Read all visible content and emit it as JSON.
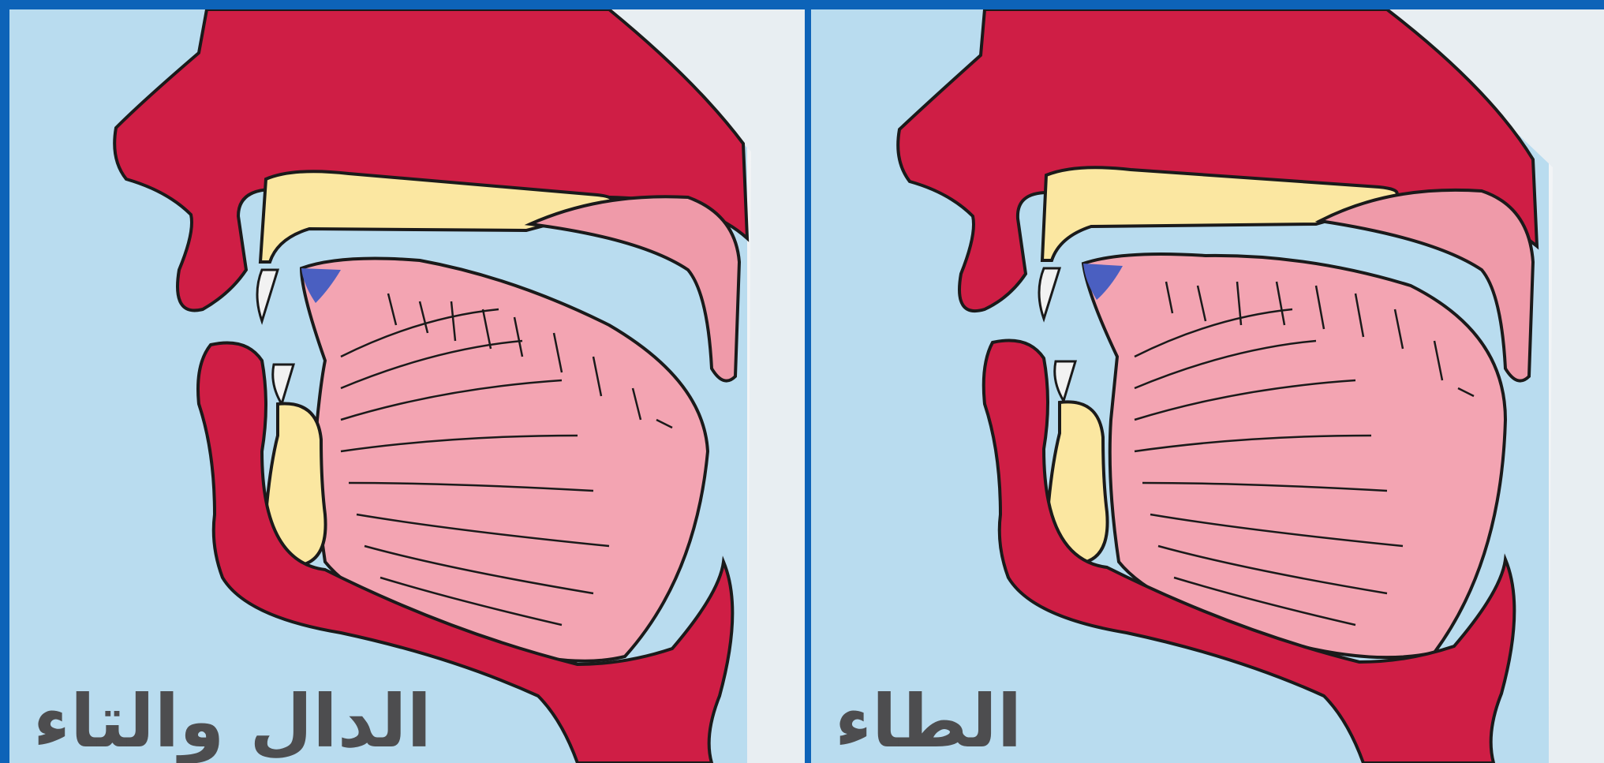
{
  "panels": [
    {
      "label": "الدال والتاء",
      "highlight": "tongue-tip-contact"
    },
    {
      "label": "الطاء",
      "highlight": "tongue-tip-contact"
    }
  ],
  "colors": {
    "background_light_blue": "#b9dcef",
    "lips_nose": "#cf1e45",
    "palate_bone": "#fbe7a1",
    "tongue": "#f3a4b2",
    "soft_palate": "#ef9aa9",
    "contact_point": "#4a5fc1",
    "outline": "#1a1a1a",
    "frame_blue": "#0d63b8"
  }
}
